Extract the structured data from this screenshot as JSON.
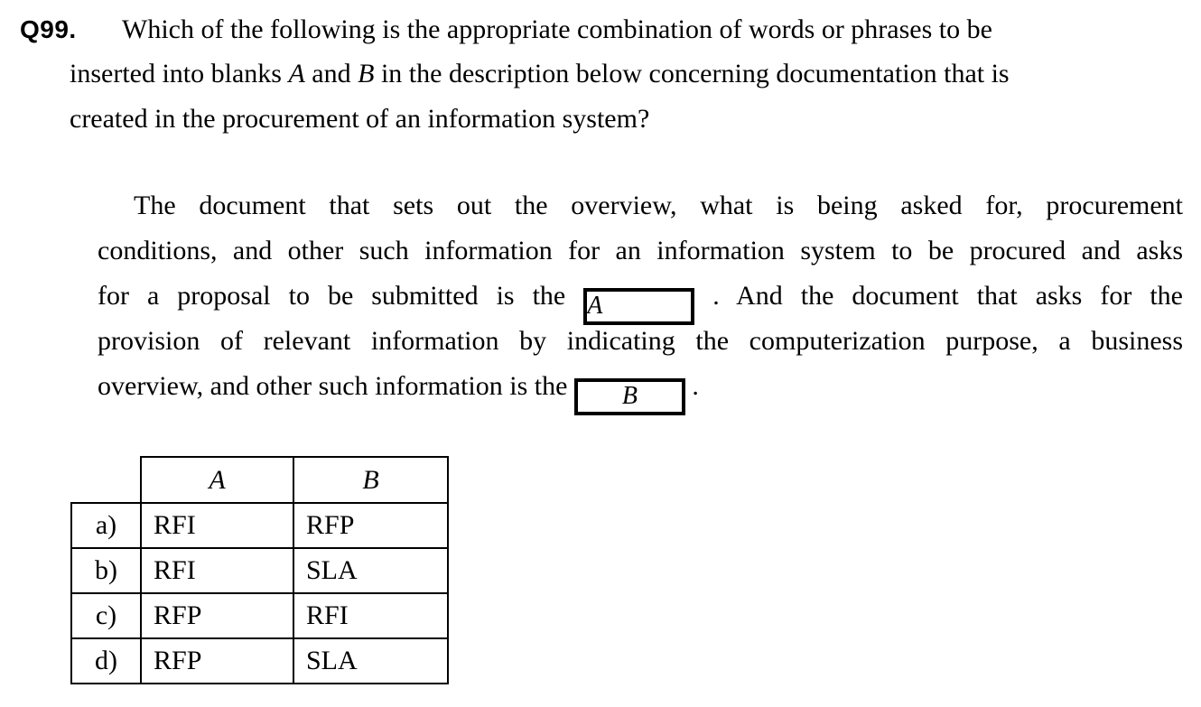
{
  "question": {
    "number": "Q99.",
    "line1": "Which of the following is the appropriate combination of words or phrases to be",
    "line2": {
      "pre": "inserted into blanks ",
      "blank_a": "A",
      "mid": " and ",
      "blank_b": "B",
      "post": " in the description below concerning documentation that is"
    },
    "line3": "created in the procurement of an information system?"
  },
  "description": {
    "line1": "The document that sets out the overview, what is being asked for, procurement",
    "line2": "conditions, and other such information for an information system to be procured and asks",
    "line3_pre": "for a proposal to be submitted is the",
    "blank_a_label": "A",
    "line3_post": ". And the document that asks for the",
    "line4": "provision of relevant information by indicating the computerization purpose, a business",
    "line5_pre": "overview, and other such information is the",
    "blank_b_label": "B",
    "line5_post": "."
  },
  "answer_table": {
    "col_a_header": "A",
    "col_b_header": "B",
    "rows": [
      {
        "option": "a)",
        "a": "RFI",
        "b": "RFP"
      },
      {
        "option": "b)",
        "a": "RFI",
        "b": "SLA"
      },
      {
        "option": "c)",
        "a": "RFP",
        "b": "RFI"
      },
      {
        "option": "d)",
        "a": "RFP",
        "b": "SLA"
      }
    ]
  },
  "colors": {
    "background": "#ffffff",
    "text": "#000000",
    "border": "#000000"
  }
}
